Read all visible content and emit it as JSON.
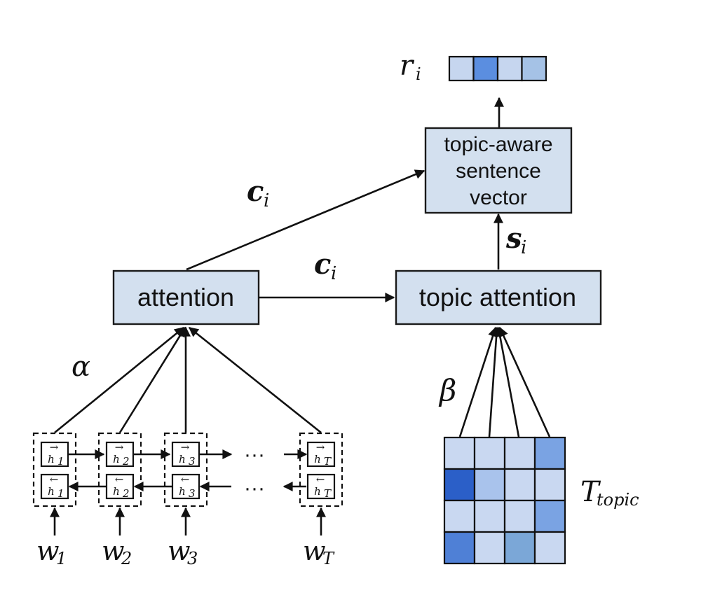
{
  "boxes": {
    "attention": "attention",
    "topic_attention": "topic attention",
    "sentence_vector": [
      "topic-aware",
      "sentence",
      "vector"
    ]
  },
  "labels": {
    "r": "r",
    "r_sub": "i",
    "c": "c",
    "c_sub": "i",
    "s": "s",
    "s_sub": "i",
    "alpha": "α",
    "beta": "β",
    "T": "T",
    "T_sub": "topic",
    "ellipsis": "···"
  },
  "rnn": {
    "forward": [
      {
        "base": "h",
        "sub": "1",
        "arrow": "→"
      },
      {
        "base": "h",
        "sub": "2",
        "arrow": "→"
      },
      {
        "base": "h",
        "sub": "3",
        "arrow": "→"
      },
      {
        "base": "h",
        "sub": "T",
        "arrow": "→"
      }
    ],
    "backward": [
      {
        "base": "h",
        "sub": "1",
        "arrow": "←"
      },
      {
        "base": "h",
        "sub": "2",
        "arrow": "←"
      },
      {
        "base": "h",
        "sub": "3",
        "arrow": "←"
      },
      {
        "base": "h",
        "sub": "T",
        "arrow": "←"
      }
    ],
    "words": [
      {
        "base": "w",
        "sub": "1"
      },
      {
        "base": "w",
        "sub": "2"
      },
      {
        "base": "w",
        "sub": "3"
      },
      {
        "base": "w",
        "sub": "T"
      }
    ]
  },
  "output_vector_colors": [
    "#c6d6ef",
    "#5b8ee0",
    "#c6d6ef",
    "#a5c2e6"
  ],
  "topic_matrix_colors": [
    [
      "#c9d8f1",
      "#c9d8f1",
      "#c9d8f1",
      "#7aa3e3"
    ],
    [
      "#2b5fc8",
      "#a9c3ec",
      "#c9d8f1",
      "#c9d8f1"
    ],
    [
      "#c9d8f1",
      "#c9d8f1",
      "#c9d8f1",
      "#7aa3e3"
    ],
    [
      "#4f80d6",
      "#c9d8f1",
      "#7ba7d7",
      "#c9d8f1"
    ]
  ],
  "colors": {
    "box_fill": "#d3e0ef",
    "stroke": "#111111"
  }
}
